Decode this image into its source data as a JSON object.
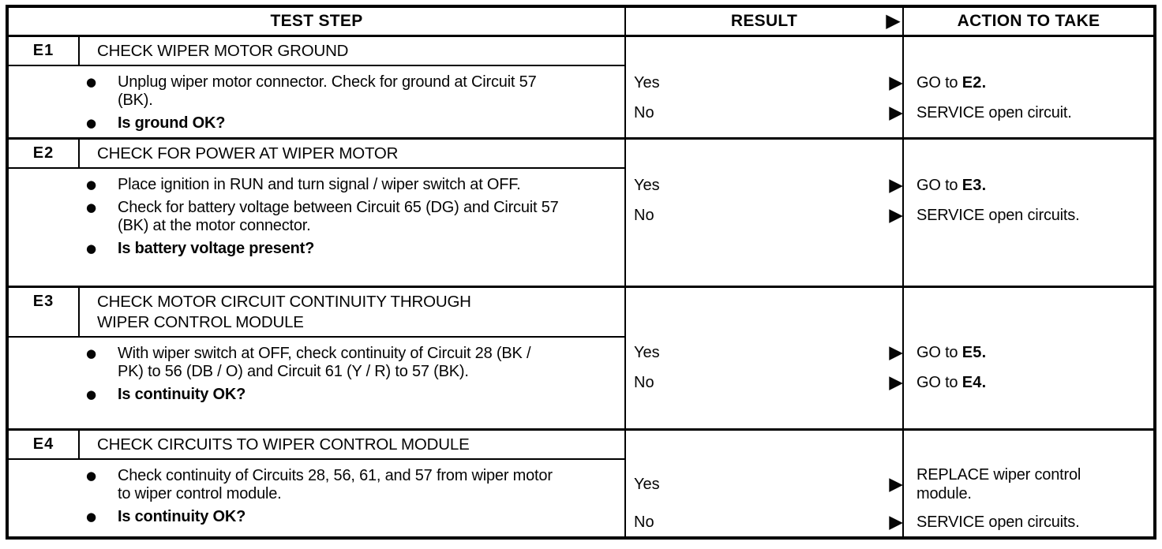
{
  "header": {
    "test_step": "TEST STEP",
    "result": "RESULT",
    "action": "ACTION TO TAKE"
  },
  "icons": {
    "result_arrow": "▶",
    "bullet": "●"
  },
  "steps": [
    {
      "id": "E1",
      "title_lines": [
        "CHECK WIPER MOTOR GROUND"
      ],
      "bullets": [
        "Unplug wiper motor connector. Check for ground at Circuit 57 (BK).",
        "Is ground OK?"
      ],
      "outcomes": [
        {
          "result": "Yes",
          "action": "GO to ",
          "action_ref": "E2."
        },
        {
          "result": "No",
          "action": "SERVICE open circuit.",
          "action_ref": ""
        }
      ]
    },
    {
      "id": "E2",
      "title_lines": [
        "CHECK FOR POWER AT WIPER MOTOR"
      ],
      "bullets": [
        "Place ignition in RUN and turn signal / wiper switch at OFF.",
        "Check for battery voltage between Circuit 65 (DG) and Circuit 57 (BK) at the motor connector.",
        "Is battery voltage present?"
      ],
      "outcomes": [
        {
          "result": "Yes",
          "action": "GO to ",
          "action_ref": "E3."
        },
        {
          "result": "No",
          "action": "SERVICE open circuits.",
          "action_ref": ""
        }
      ]
    },
    {
      "id": "E3",
      "title_lines": [
        "CHECK MOTOR CIRCUIT CONTINUITY THROUGH",
        "WIPER CONTROL MODULE"
      ],
      "bullets": [
        "With wiper switch at OFF, check continuity of Circuit 28 (BK / PK) to 56 (DB / O) and Circuit 61 (Y / R) to 57 (BK).",
        "Is continuity OK?"
      ],
      "outcomes": [
        {
          "result": "Yes",
          "action": "GO to ",
          "action_ref": "E5."
        },
        {
          "result": "No",
          "action": "GO to ",
          "action_ref": "E4."
        }
      ]
    },
    {
      "id": "E4",
      "title_lines": [
        "CHECK CIRCUITS TO WIPER CONTROL MODULE"
      ],
      "bullets": [
        "Check continuity of Circuits 28, 56, 61, and 57 from wiper motor to wiper control module.",
        "Is continuity OK?"
      ],
      "outcomes": [
        {
          "result": "Yes",
          "action": "REPLACE wiper control module.",
          "action_ref": ""
        },
        {
          "result": "No",
          "action": "SERVICE open circuits.",
          "action_ref": ""
        }
      ]
    }
  ]
}
